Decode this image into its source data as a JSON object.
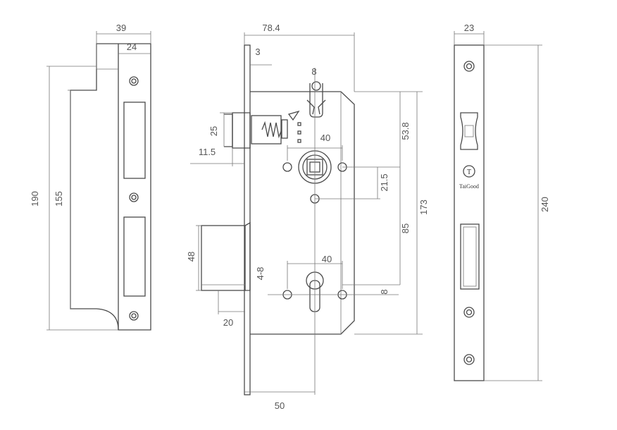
{
  "strike_plate": {
    "dims": {
      "width_total": "39",
      "width_face": "24",
      "height_total": "190",
      "height_inner": "155"
    }
  },
  "lock_body": {
    "dims": {
      "depth": "78.4",
      "faceplate_thickness": "3",
      "latch_width": "8",
      "latch_height": "25",
      "latch_offset": "11.5",
      "spindle_spacing": "40",
      "top_to_spindle": "53.8",
      "spindle_hole_offset": "21.5",
      "body_height": "173",
      "center_distance": "85",
      "bolt_height": "48",
      "bolt_throw": "4-8",
      "cylinder_spacing": "40",
      "cylinder_offset": "8",
      "bolt_projection": "20",
      "backset": "50"
    }
  },
  "faceplate": {
    "brand": "TaiGood",
    "dims": {
      "width": "23",
      "height": "240"
    }
  }
}
